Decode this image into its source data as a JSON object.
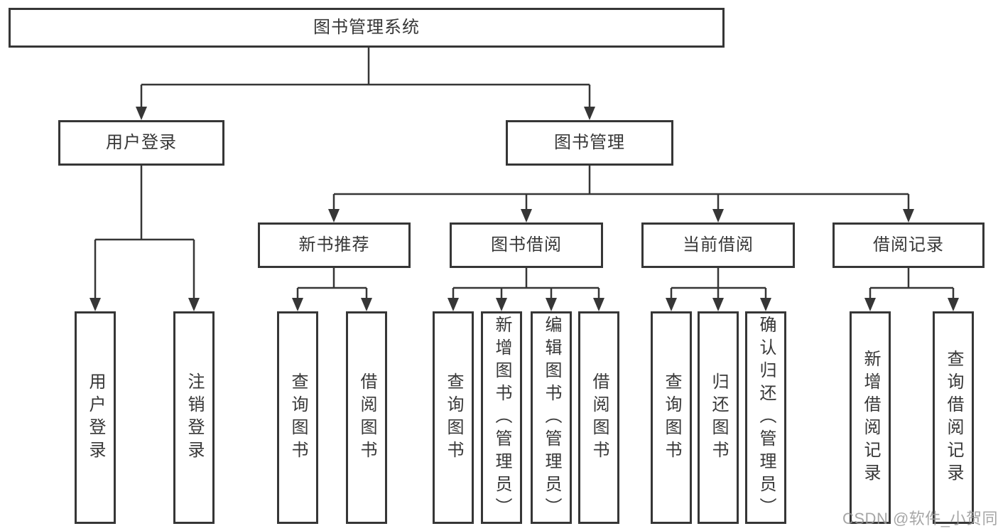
{
  "diagram": {
    "root_label": "图书管理系统",
    "level2": [
      {
        "label": "用户登录",
        "children": [
          "用户登录",
          "注销登录"
        ]
      },
      {
        "label": "图书管理"
      }
    ],
    "sections": [
      {
        "label": "新书推荐",
        "children": [
          "查询图书",
          "借阅图书"
        ]
      },
      {
        "label": "图书借阅",
        "children": [
          "查询图书",
          "新增图书（管理员）",
          "编辑图书（管理员）",
          "借阅图书"
        ]
      },
      {
        "label": "当前借阅",
        "children": [
          "查询图书",
          "归还图书",
          "确认归还（管理员）"
        ]
      },
      {
        "label": "借阅记录",
        "children": [
          "新增借阅记录",
          "查询借阅记录"
        ]
      }
    ],
    "watermark": "CSDN @软件_小贺同学",
    "colors": {
      "line": "#363636",
      "box_border": "#363636",
      "box_background": "#ffffff",
      "text": "#373737",
      "watermark": "#969696",
      "page_background": "#ffffff"
    }
  }
}
